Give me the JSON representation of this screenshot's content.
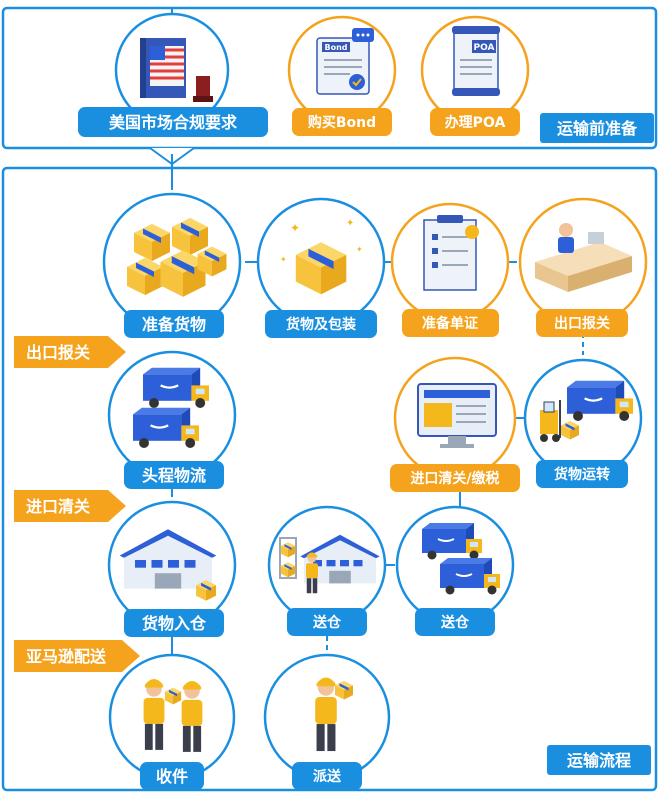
{
  "sections": {
    "pre_transport": "运输前准备",
    "transport_flow": "运输流程"
  },
  "steps": {
    "us_compliance": "美国市场合规要求",
    "buy_bond": "购买Bond",
    "apply_poa": "办理POA",
    "prepare_goods": "准备货物",
    "goods_packaging": "货物及包装",
    "prepare_documents": "准备单证",
    "export_declaration": "出口报关",
    "first_leg_logistics": "头程物流",
    "import_clearance_tax": "进口清关/缴税",
    "goods_transfer": "货物运转",
    "warehouse_inbound": "货物入仓",
    "deliver_to_warehouse_1": "送仓",
    "deliver_to_warehouse_2": "送仓",
    "receive_goods": "收件",
    "dispatch": "派送"
  },
  "stage_arrows": {
    "export_customs": "出口报关",
    "import_customs": "进口清关",
    "amazon_delivery": "亚马逊配送"
  },
  "icon_text": {
    "bond_doc": "Bond",
    "poa_doc": "POA"
  },
  "colors": {
    "blue": "#1a8fe0",
    "orange": "#f5a21c",
    "dark_blue": "#2c5fd8",
    "box_yellow": "#f7c33c"
  }
}
